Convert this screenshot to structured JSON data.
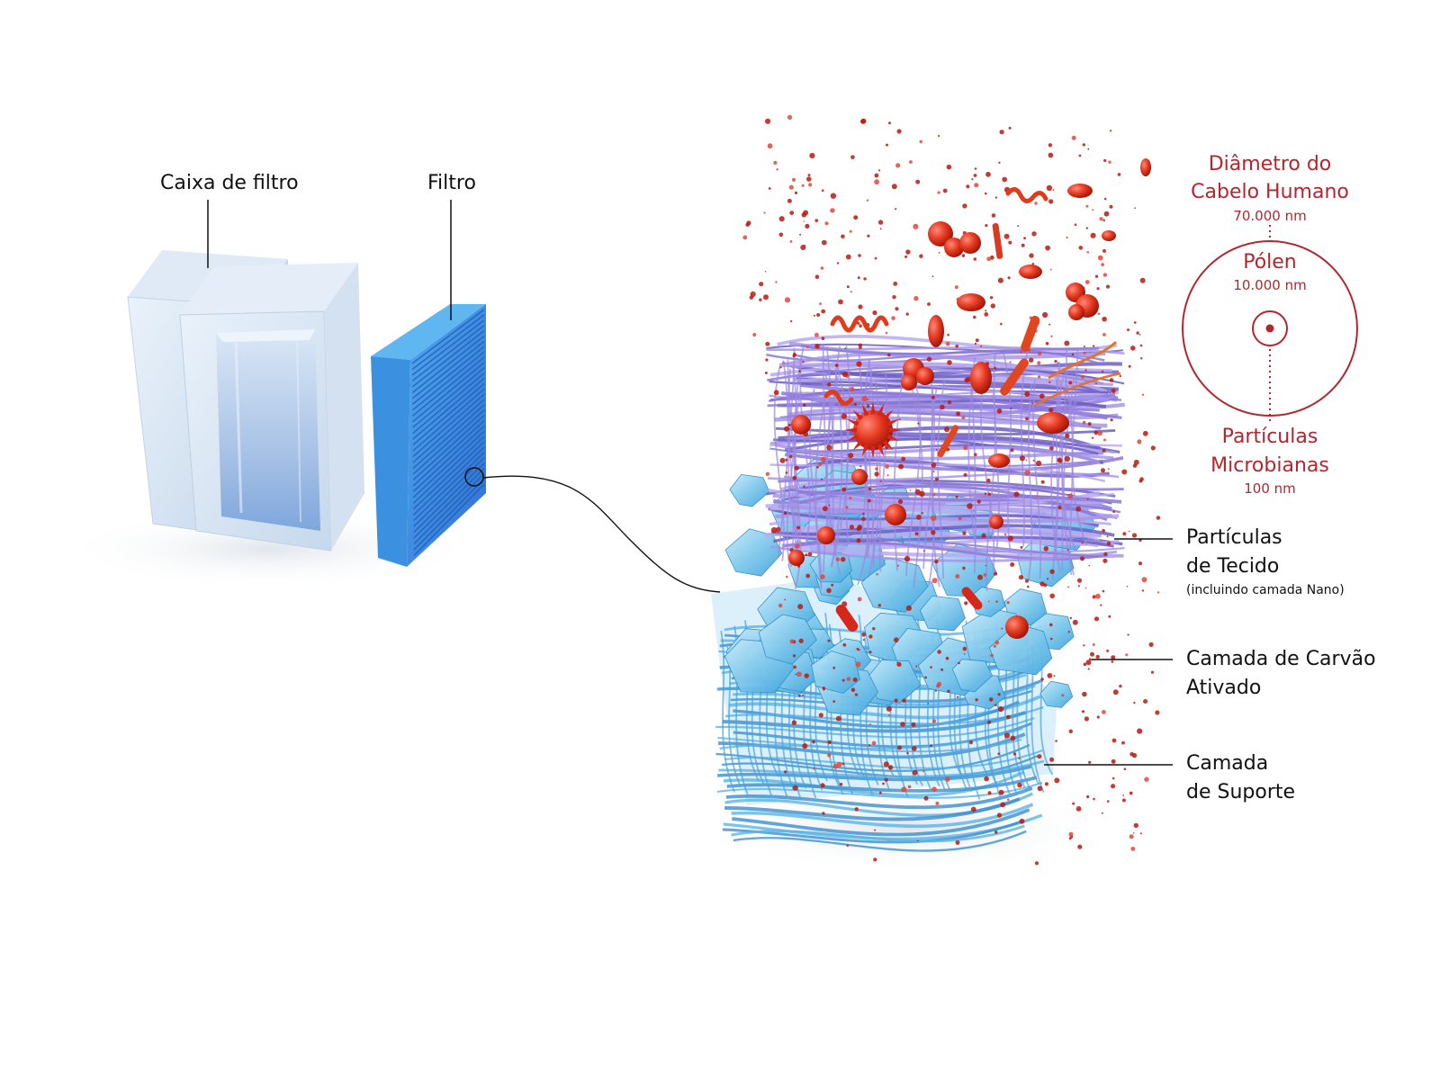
{
  "labels": {
    "filter_box": "Caixa de filtro",
    "filter": "Filtro",
    "fabric_line1": "Partículas",
    "fabric_line2": "de Tecido",
    "fabric_note": "(incluindo camada Nano)",
    "carbon_line1": "Camada de Carvão",
    "carbon_line2": "Ativado",
    "support_line1": "Camada",
    "support_line2": "de Suporte"
  },
  "scale": {
    "hair_line1": "Diâmetro do",
    "hair_line2": "Cabelo Humano",
    "hair_size": "70.000 nm",
    "pollen": "Pólen",
    "pollen_size": "10.000 nm",
    "microbial_line1": "Partículas",
    "microbial_line2": "Microbianas",
    "microbial_size": "100 nm"
  },
  "colors": {
    "accent_red": "#b3262e",
    "fiber_purple": "#8c78d8",
    "carbon_blue": "#4fb0e0",
    "support_blue": "#3a8fd0"
  }
}
